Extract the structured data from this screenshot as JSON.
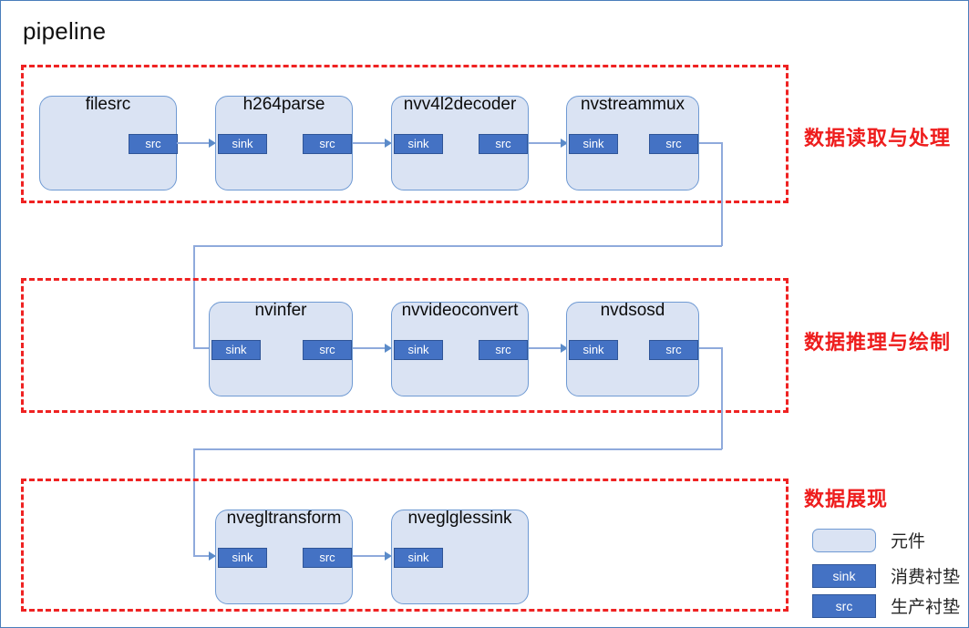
{
  "diagram": {
    "title": "pipeline",
    "accent_red": "#ee1c1c",
    "node_fill": "#dae3f3",
    "node_border": "#6f9ad3",
    "pad_fill": "#4472c4",
    "wire_color": "#8faadc"
  },
  "zones": [
    {
      "label": "数据读取与处理"
    },
    {
      "label": "数据推理与绘制"
    },
    {
      "label": "数据展现"
    }
  ],
  "nodes": [
    {
      "name": "filesrc",
      "pads": {
        "src": "src"
      }
    },
    {
      "name": "h264parse",
      "pads": {
        "sink": "sink",
        "src": "src"
      }
    },
    {
      "name": "nvv4l2decoder",
      "pads": {
        "sink": "sink",
        "src": "src"
      }
    },
    {
      "name": "nvstreammux",
      "pads": {
        "sink": "sink",
        "src": "src"
      }
    },
    {
      "name": "nvinfer",
      "pads": {
        "sink": "sink",
        "src": "src"
      }
    },
    {
      "name": "nvvideoconvert",
      "pads": {
        "sink": "sink",
        "src": "src"
      }
    },
    {
      "name": "nvdsosd",
      "pads": {
        "sink": "sink",
        "src": "src"
      }
    },
    {
      "name": "nvegltransform",
      "pads": {
        "sink": "sink",
        "src": "src"
      }
    },
    {
      "name": "nveglglessink",
      "pads": {
        "sink": "sink"
      }
    }
  ],
  "legend": {
    "element_label": "元件",
    "sink_pad_text": "sink",
    "sink_label": "消费衬垫",
    "src_pad_text": "src",
    "src_label": "生产衬垫"
  }
}
